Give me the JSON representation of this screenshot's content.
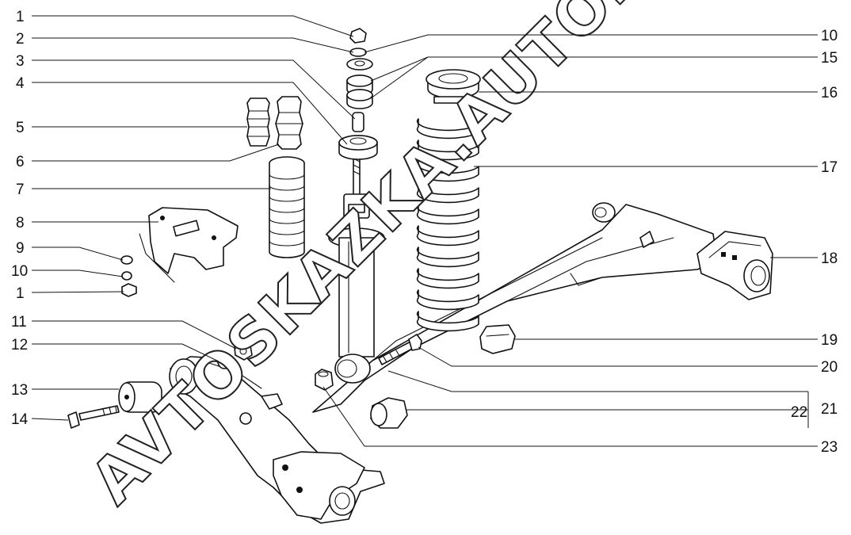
{
  "watermark": "AVTOSKAZKA.AUTO.ONLINE",
  "callouts_left": [
    "1",
    "2",
    "3",
    "4",
    "5",
    "6",
    "7",
    "8",
    "9",
    "10",
    "1",
    "11",
    "12",
    "13",
    "14"
  ],
  "callouts_right": [
    "10",
    "15",
    "16",
    "17",
    "18",
    "19",
    "20",
    "21",
    "22",
    "23"
  ]
}
